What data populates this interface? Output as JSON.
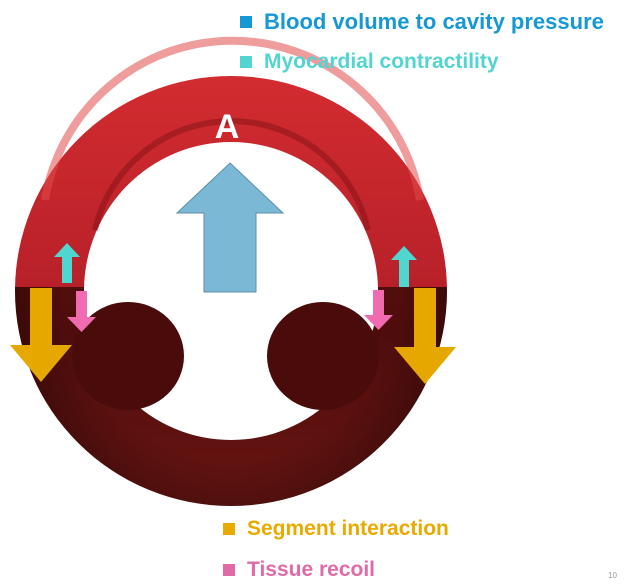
{
  "legend": [
    {
      "label": "Blood  volume to cavity pressure",
      "color": "#1598d4"
    },
    {
      "label": "Myocardial contractility",
      "color": "#52d4d0"
    },
    {
      "label": "Segment interaction",
      "color": "#e9aa00"
    },
    {
      "label": "Tissue recoil",
      "color": "#e06aa8"
    }
  ],
  "panel_label": "A",
  "page_number": "10",
  "colors": {
    "wall_upper": "#b51f28",
    "wall_lower": "#4e0d0c",
    "pressure_arrow": "#7bb8d6",
    "contractility_arrow": "#4fd6cf",
    "segment_arrow": "#e5a700",
    "recoil_arrow": "#f06bb0"
  }
}
